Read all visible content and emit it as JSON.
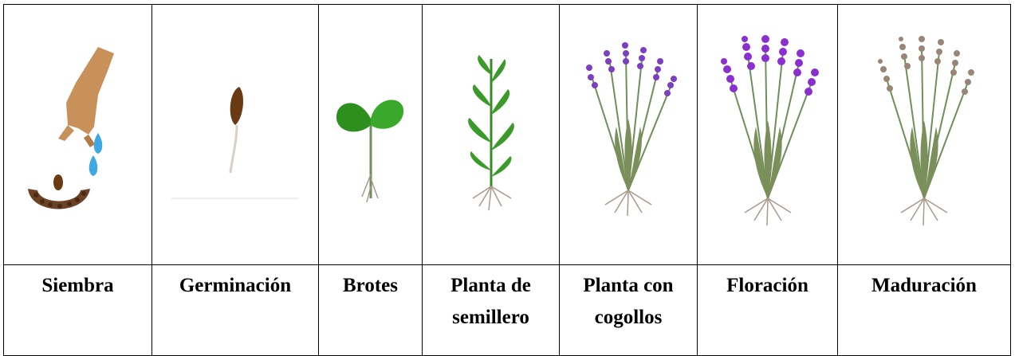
{
  "stages": [
    {
      "name": "Siembra",
      "icon": "hand-sowing-seed-icon"
    },
    {
      "name": "Germinación",
      "icon": "germinating-seed-icon"
    },
    {
      "name": "Brotes",
      "icon": "sprout-icon"
    },
    {
      "name": "Planta de semillero",
      "icon": "seedling-icon"
    },
    {
      "name": "Planta con cogollos",
      "icon": "budding-lavender-icon"
    },
    {
      "name": "Floración",
      "icon": "flowering-lavender-icon"
    },
    {
      "name": "Maduración",
      "icon": "mature-lavender-icon"
    }
  ],
  "colors": {
    "hand": "#c8915a",
    "water": "#3fa8e0",
    "soil": "#6b4226",
    "seed": "#6a3a12",
    "leaf": "#3a9a2a",
    "stem": "#6f8f5a",
    "root": "#a89a8a",
    "bud_purple": "#7b3fc4",
    "flower_purple": "#8a2fd0",
    "dry_bud": "#9a8676"
  }
}
